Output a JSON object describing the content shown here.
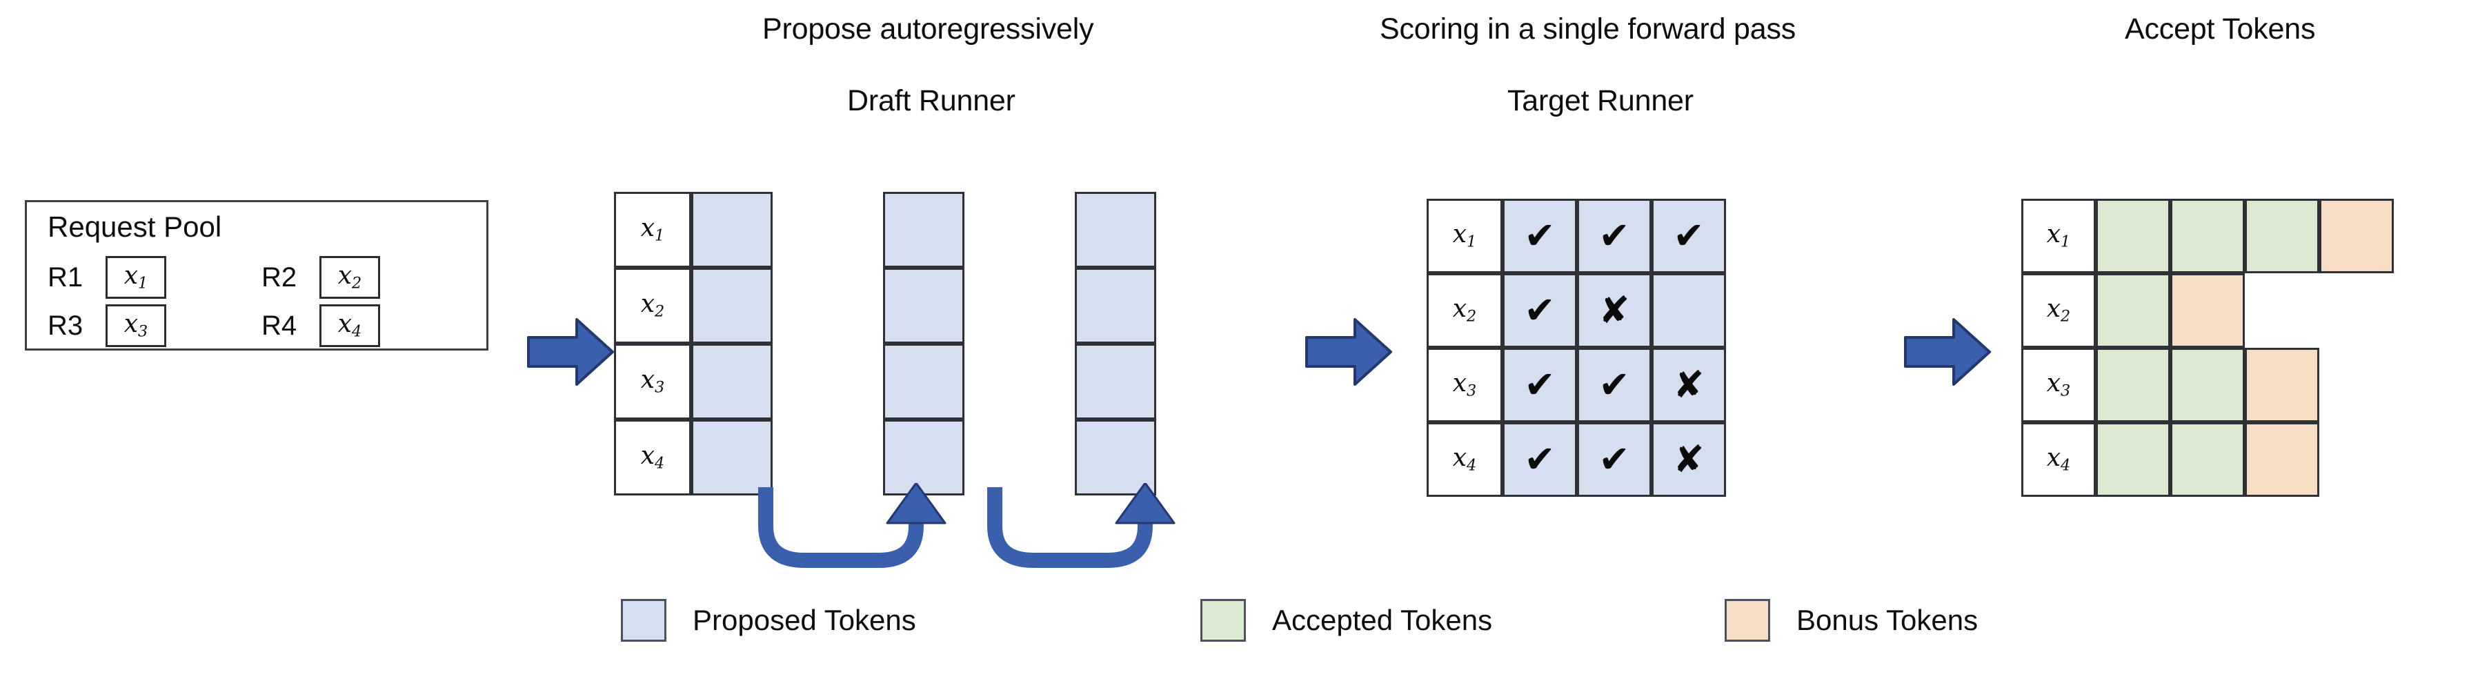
{
  "captions": {
    "propose": "Propose autoregressively",
    "draft_runner": "Draft Runner",
    "scoring": "Scoring in a single forward pass",
    "target_runner": "Target Runner",
    "accept_tokens": "Accept Tokens"
  },
  "request_pool": {
    "title": "Request Pool",
    "requests": [
      {
        "label": "R1",
        "token": "x",
        "sub": "1"
      },
      {
        "label": "R2",
        "token": "x",
        "sub": "2"
      },
      {
        "label": "R3",
        "token": "x",
        "sub": "3"
      },
      {
        "label": "R4",
        "token": "x",
        "sub": "4"
      }
    ]
  },
  "row_labels": [
    {
      "token": "x",
      "sub": "1"
    },
    {
      "token": "x",
      "sub": "2"
    },
    {
      "token": "x",
      "sub": "3"
    },
    {
      "token": "x",
      "sub": "4"
    }
  ],
  "draft_runner": {
    "steps": 3,
    "rows": 4,
    "note": "three sequential proposal steps; each column holds one proposed token per request"
  },
  "target_runner": {
    "columns": 3,
    "marks": [
      [
        "check",
        "check",
        "check"
      ],
      [
        "check",
        "cross",
        "none"
      ],
      [
        "check",
        "check",
        "cross"
      ],
      [
        "check",
        "check",
        "cross"
      ]
    ],
    "glyphs": {
      "check": "✔",
      "cross": "✘",
      "none": ""
    }
  },
  "accept_tokens": {
    "rows": [
      [
        "accepted",
        "accepted",
        "accepted",
        "bonus"
      ],
      [
        "accepted",
        "bonus"
      ],
      [
        "accepted",
        "accepted",
        "bonus"
      ],
      [
        "accepted",
        "accepted",
        "bonus"
      ]
    ]
  },
  "legend": [
    {
      "name": "proposed",
      "label": "Proposed Tokens",
      "color": "#d6dff0"
    },
    {
      "name": "accepted",
      "label": "Accepted Tokens",
      "color": "#dce9d1"
    },
    {
      "name": "bonus",
      "label": "Bonus Tokens",
      "color": "#f7ddc3"
    }
  ],
  "colors": {
    "proposed": "#d6dff0",
    "accepted": "#dce9d1",
    "bonus": "#f7ddc3",
    "arrow_blue": "#3a5fad",
    "arrow_blue_dark": "#2a4280",
    "border": "#2f3136",
    "text": "#0d0d0d"
  }
}
